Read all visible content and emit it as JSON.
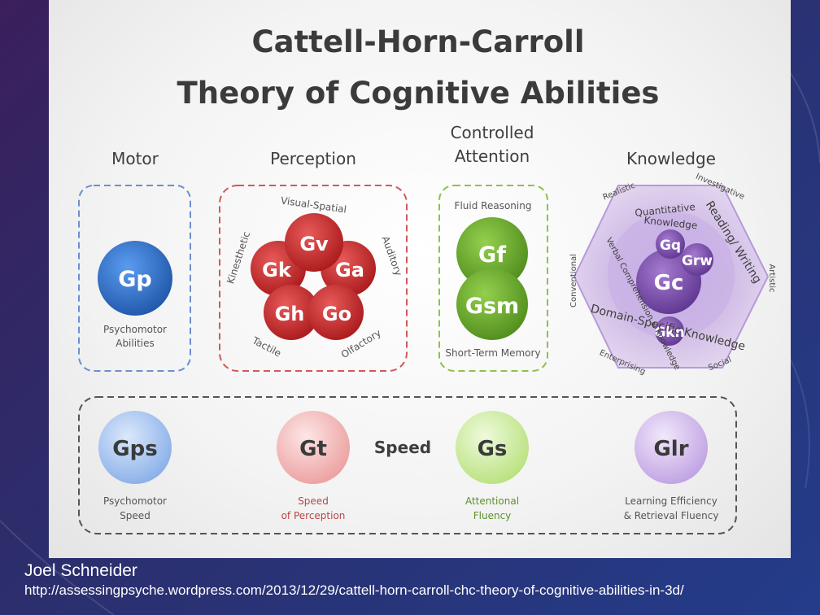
{
  "diagram": {
    "title_line1": "Cattell-Horn-Carroll",
    "title_line2": "Theory of Cognitive Abilities",
    "domains": {
      "motor": "Motor",
      "perception": "Perception",
      "controlled_attention_line1": "Controlled",
      "controlled_attention_line2": "Attention",
      "knowledge": "Knowledge",
      "speed": "Speed"
    },
    "motor_group": {
      "gp": "Gp",
      "caption_line1": "Psychomotor",
      "caption_line2": "Abilities"
    },
    "perception_group": {
      "gv": "Gv",
      "gk": "Gk",
      "ga": "Ga",
      "gh": "Gh",
      "go": "Go",
      "visual_spatial": "Visual-Spatial",
      "kinesthetic": "Kinesthetic",
      "auditory": "Auditory",
      "tactile": "Tactile",
      "olfactory": "Olfactory"
    },
    "attention_group": {
      "fluid_reasoning": "Fluid Reasoning",
      "gf": "Gf",
      "gsm": "Gsm",
      "short_term_memory": "Short-Term Memory"
    },
    "knowledge_group": {
      "gq": "Gq",
      "grw": "Grw",
      "gc": "Gc",
      "gkn": "Gkn",
      "quantitative_line1": "Quantitative",
      "quantitative_line2": "Knowledge",
      "reading_writing": "Reading/ Writing",
      "verbal_comprehension": "Verbal Comprehension & Knowledge",
      "domain_specific": "Domain-Specific Knowledge",
      "realistic": "Realistic",
      "investigative": "Investigative",
      "artistic": "Artistic",
      "social": "Social",
      "enterprising": "Enterprising",
      "conventional": "Conventional"
    },
    "speed_group": {
      "gps": "Gps",
      "gps_caption_line1": "Psychomotor",
      "gps_caption_line2": "Speed",
      "gt": "Gt",
      "gt_caption_line1": "Speed",
      "gt_caption_line2": "of Perception",
      "gs": "Gs",
      "gs_caption_line1": "Attentional",
      "gs_caption_line2": "Fluency",
      "glr": "Glr",
      "glr_caption_line1": "Learning Efficiency",
      "glr_caption_line2": "& Retrieval Fluency"
    }
  },
  "caption": {
    "author": "Joel Schneider",
    "url": "http://assessingpsyche.wordpress.com/2013/12/29/cattell-horn-carroll-chc-theory-of-cognitive-abilities-in-3d/"
  },
  "colors": {
    "blue": "#2f6fc4",
    "red": "#c8292b",
    "green": "#6aaa2c",
    "purple": "#7d4fa8",
    "light_blue": "#7aa7e8",
    "pink": "#f0a6a6",
    "light_green": "#bfe68a",
    "lavender": "#c4a6e4"
  }
}
